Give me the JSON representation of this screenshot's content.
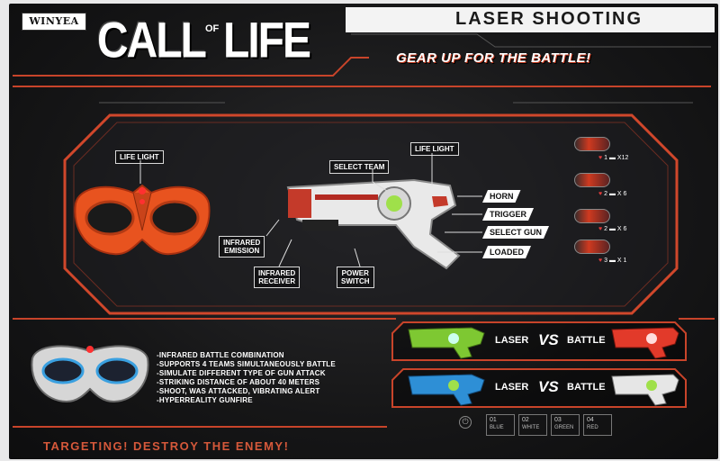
{
  "header": {
    "brand": "WINYEA",
    "logo_call": "CALL",
    "logo_of": "OF",
    "logo_life": "LIFE",
    "product_title": "LASER SHOOTING",
    "slogan": "GEAR UP FOR THE BATTLE!"
  },
  "callouts": {
    "mask_life_light": "LIFE LIGHT",
    "gun_life_light": "LIFE LIGHT",
    "select_team": "SELECT TEAM",
    "infrared_emission": "INFRARED\nEMISSION",
    "infrared_receiver": "INFRARED\nRECEIVER",
    "power_switch": "POWER\nSWITCH"
  },
  "side_labels": {
    "horn": "HORN",
    "trigger": "TRIGGER",
    "select_gun": "SELECT GUN",
    "loaded": "LOADED"
  },
  "modes": [
    {
      "stat_hearts": "1",
      "stat_ammo": "X12"
    },
    {
      "stat_hearts": "2",
      "stat_ammo": "X 6"
    },
    {
      "stat_hearts": "2",
      "stat_ammo": "X 6"
    },
    {
      "stat_hearts": "3",
      "stat_ammo": "X 1"
    }
  ],
  "features": [
    "-INFRARED BATTLE COMBINATION",
    "-SUPPORTS 4 TEAMS SIMULTANEOUSLY BATTLE",
    "-SIMULATE DIFFERENT TYPE OF GUN ATTACK",
    "-STRIKING DISTANCE OF ABOUT 40 METERS",
    "-SHOOT, WAS ATTACKED,  VIBRATING ALERT",
    "-HYPERREALITY GUNFIRE"
  ],
  "versus": [
    {
      "left": "LASER",
      "vs": "VS",
      "right": "BATTLE"
    },
    {
      "left": "LASER",
      "vs": "VS",
      "right": "BATTLE"
    }
  ],
  "teams": [
    {
      "num": "01",
      "name": "BLUE"
    },
    {
      "num": "02",
      "name": "WHITE"
    },
    {
      "num": "03",
      "name": "GREEN"
    },
    {
      "num": "04",
      "name": "RED"
    }
  ],
  "footer": "TARGETING! DESTROY THE ENEMY!",
  "colors": {
    "accent": "#c8442a",
    "panel": "#161617",
    "mask_orange": "#e8531f"
  }
}
